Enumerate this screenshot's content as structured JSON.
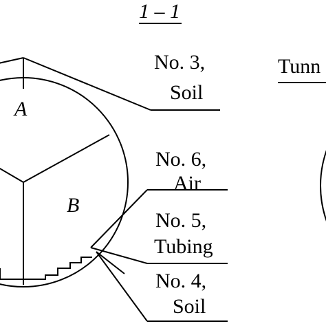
{
  "section_title": "1 – 1",
  "points": {
    "a": "A",
    "b": "B"
  },
  "sensors": [
    {
      "number": "No. 3,",
      "medium": "Soil"
    },
    {
      "number": "No. 6,",
      "medium": "Air"
    },
    {
      "number": "No. 5,",
      "medium": "Tubing"
    },
    {
      "number": "No. 4,",
      "medium": "Soil"
    }
  ],
  "right_panel_title": "Tunn"
}
